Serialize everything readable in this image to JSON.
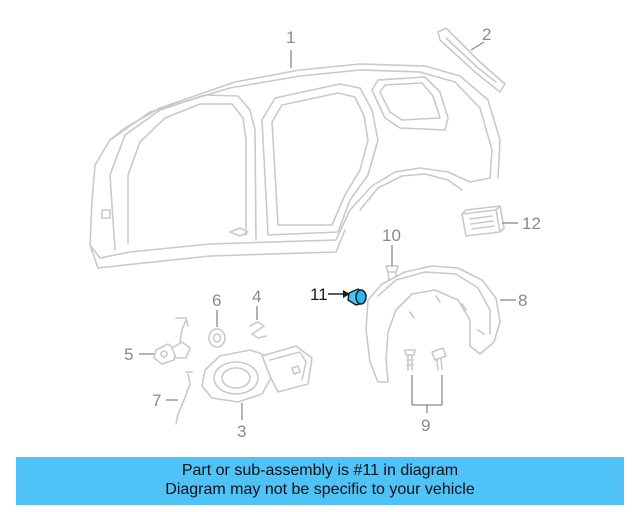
{
  "callouts": {
    "c1": "1",
    "c2": "2",
    "c3": "3",
    "c4": "4",
    "c5": "5",
    "c6": "6",
    "c7": "7",
    "c8": "8",
    "c9": "9",
    "c10": "10",
    "c11": "11",
    "c12": "12"
  },
  "highlight_color": "#4fc3f7",
  "banner": {
    "line1": "Part or sub-assembly is #11 in diagram",
    "line2": "Diagram may not be specific to your vehicle"
  }
}
